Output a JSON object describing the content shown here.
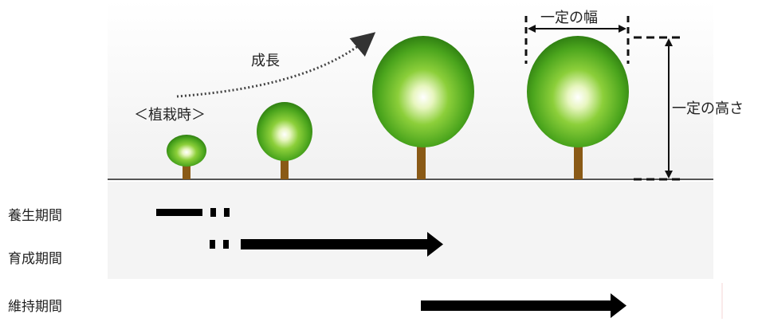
{
  "labels": {
    "planting_time": "＜植栽時＞",
    "growth": "成長",
    "fixed_width": "一定の幅",
    "fixed_height": "一定の高さ"
  },
  "periods": [
    {
      "label": "養生期間"
    },
    {
      "label": "育成期間"
    },
    {
      "label": "維持期間"
    }
  ],
  "colors": {
    "ground_line": "#555555",
    "trunk": "#8a5a16",
    "crown_outer": "#3c9618",
    "crown_inner": "#ffffff",
    "bar": "#000000",
    "background_band": "#f4f4f4"
  }
}
